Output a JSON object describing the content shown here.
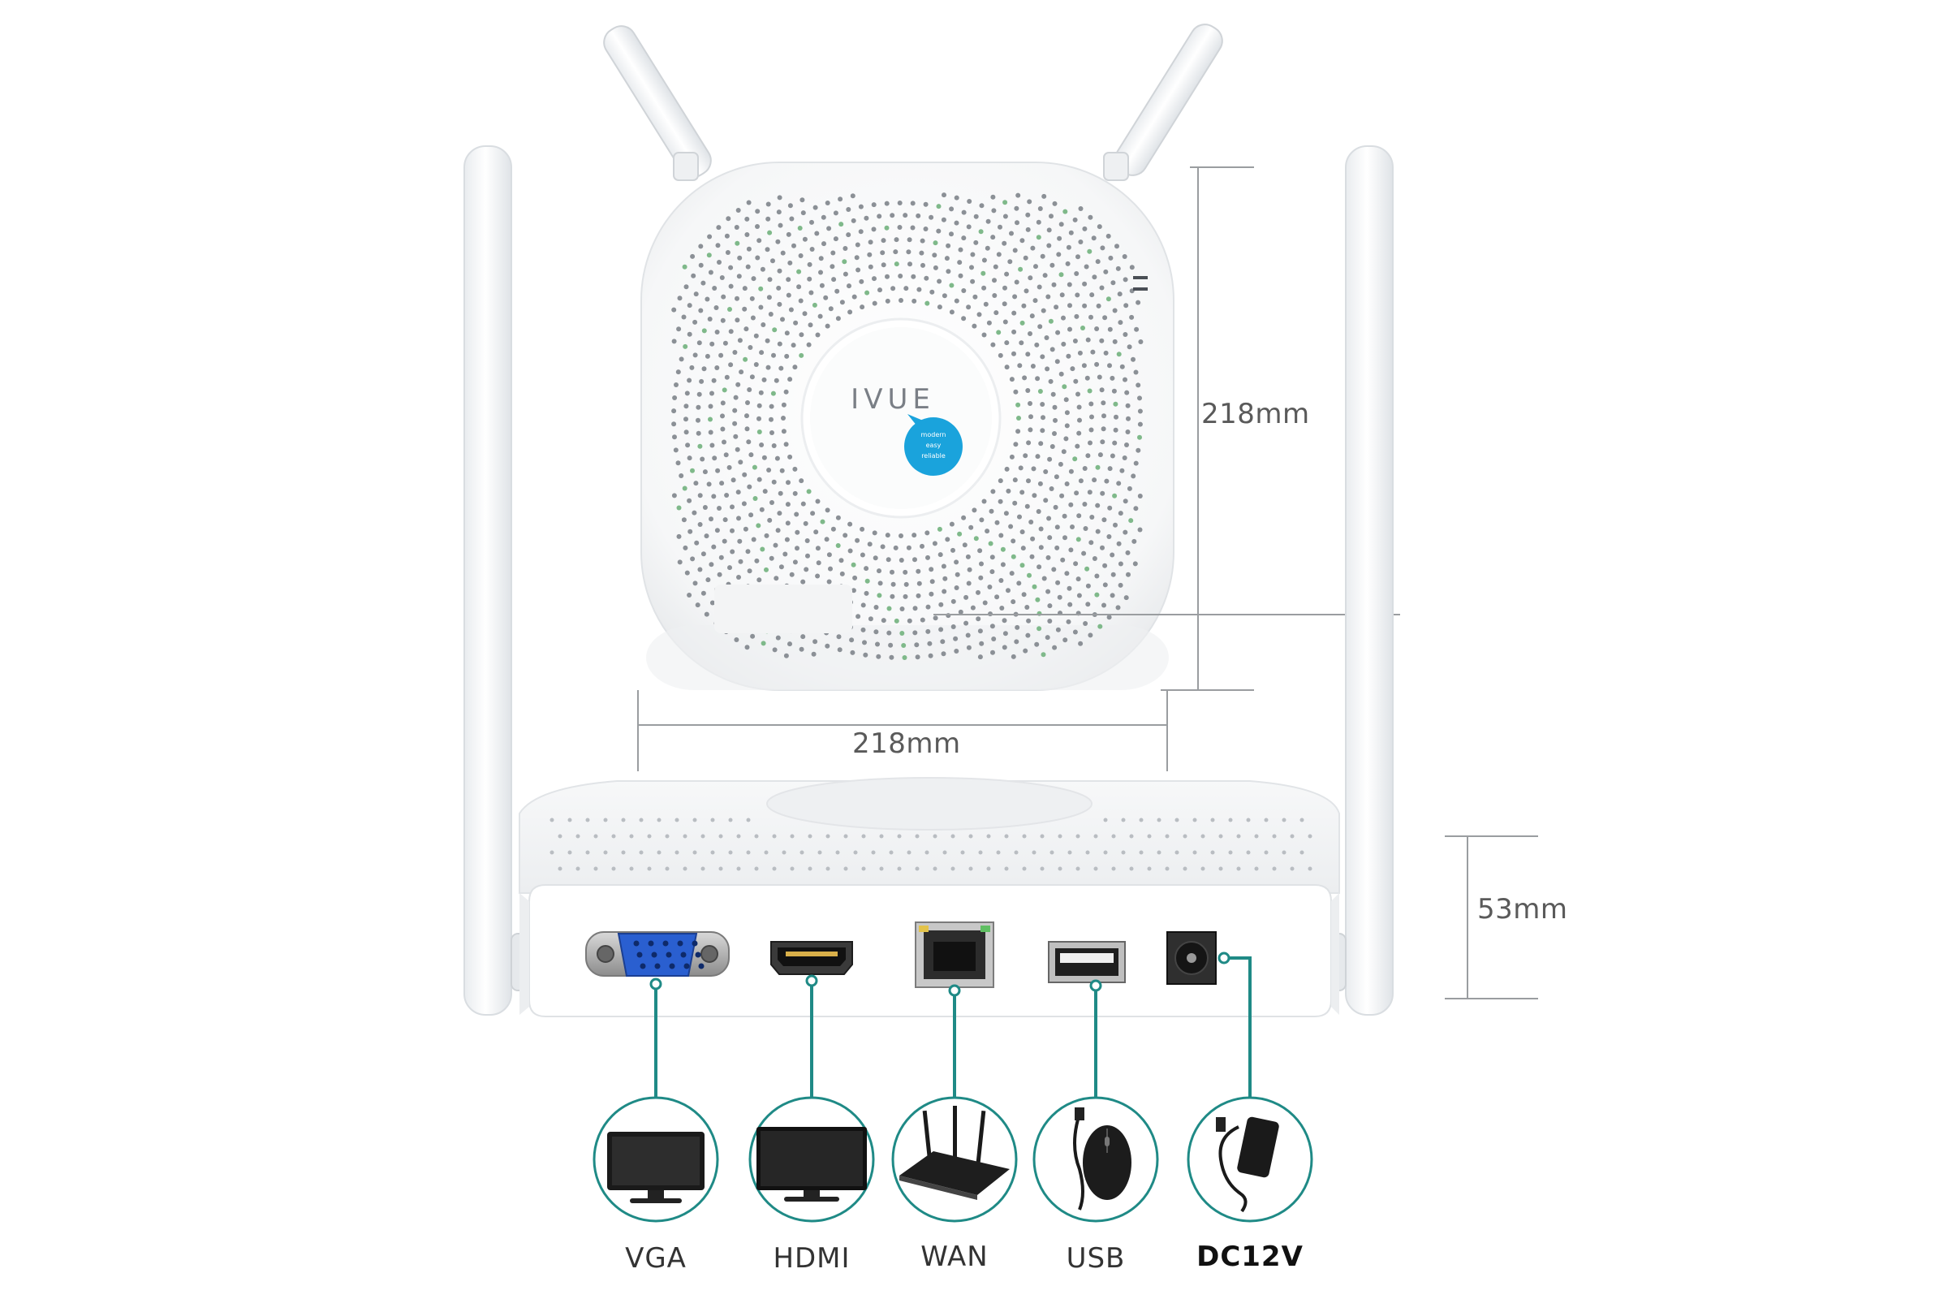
{
  "brand": {
    "logo_text": "IVUE",
    "bubble_lines": [
      "modern",
      "easy",
      "reliable"
    ],
    "bubble_color": "#1aa3dc"
  },
  "dimensions": {
    "depth": "218mm",
    "width": "218mm",
    "height": "53mm"
  },
  "ports": [
    {
      "id": "vga",
      "label": "VGA",
      "device_icon": "monitor-icon"
    },
    {
      "id": "hdmi",
      "label": "HDMI",
      "device_icon": "tv-icon"
    },
    {
      "id": "wan",
      "label": "WAN",
      "device_icon": "router-icon"
    },
    {
      "id": "usb",
      "label": "USB",
      "device_icon": "mouse-icon"
    },
    {
      "id": "dc",
      "label": "DC12V",
      "device_icon": "power-adapter-icon"
    }
  ],
  "colors": {
    "connector_line": "#1f8a86",
    "circle_outline": "#1f8a86",
    "device_body": "#ffffff",
    "device_shadow": "#e6e8ea",
    "vga_port": "#2a5fd0"
  }
}
